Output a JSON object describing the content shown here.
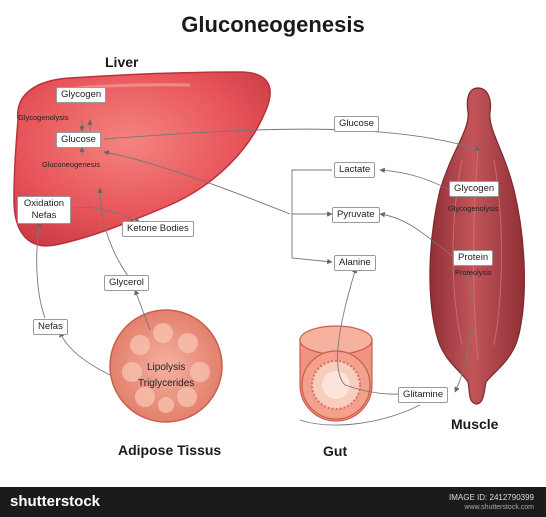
{
  "title": "Gluconeogenesis",
  "organs": {
    "liver": "Liver",
    "muscle": "Muscle",
    "gut": "Gut",
    "adipose": "Adipose Tissus"
  },
  "liver_labels": {
    "glycogen": "Glycogen",
    "glycogenolysis": "Glycogenolysis",
    "glucose": "Glucose",
    "gluconeogenesis": "Gluconeogenesis",
    "oxidation": "Oxidation Nefas",
    "ketone": "Ketone Bodies"
  },
  "metabolites": {
    "glucose": "Glucose",
    "lactate": "Lactate",
    "pyruvate": "Pyruvate",
    "alanine": "Alanine",
    "glycerol": "Glycerol",
    "nefas": "Nefas",
    "glitamine": "Glitamine"
  },
  "muscle_labels": {
    "glycogen": "Glycogen",
    "glycogenolysis": "Glycogenolysis",
    "protein": "Protein",
    "proteolysis": "Proteolysis"
  },
  "adipose_labels": {
    "lipolysis": "Lipolysis",
    "triglycerides": "Triglycerides"
  },
  "footer": {
    "brand": "shutterstock",
    "image_id": "IMAGE ID: 2412790399",
    "site": "www.shutterstock.com"
  },
  "colors": {
    "liver": "#e8555a",
    "muscle": "#b9474a",
    "adipose": "#e98f7c",
    "gut": "#f3a08c",
    "arrow": "#777777"
  }
}
